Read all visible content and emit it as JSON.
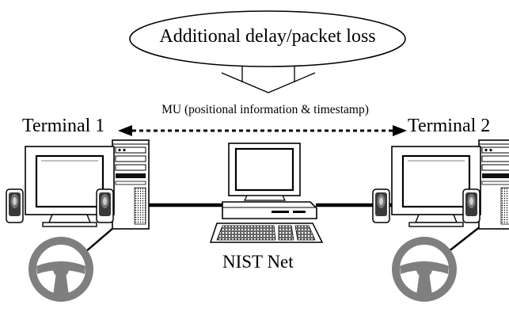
{
  "cloud": {
    "label": "Additional delay/packet loss"
  },
  "link": {
    "label": "MU (positional information & timestamp)"
  },
  "terminal_1": {
    "label": "Terminal 1"
  },
  "terminal_2": {
    "label": "Terminal 2"
  },
  "emulator": {
    "label": "NIST Net"
  },
  "colors": {
    "ink": "#000000",
    "wheel": "#7f7f7f",
    "case_dark": "#2a2a2a",
    "screen": "#ffffff"
  },
  "icons": [
    "pc-tower-icon",
    "monitor-icon",
    "speaker-icon",
    "steering-wheel-icon",
    "laptop-workstation-icon",
    "keyboard-icon"
  ]
}
